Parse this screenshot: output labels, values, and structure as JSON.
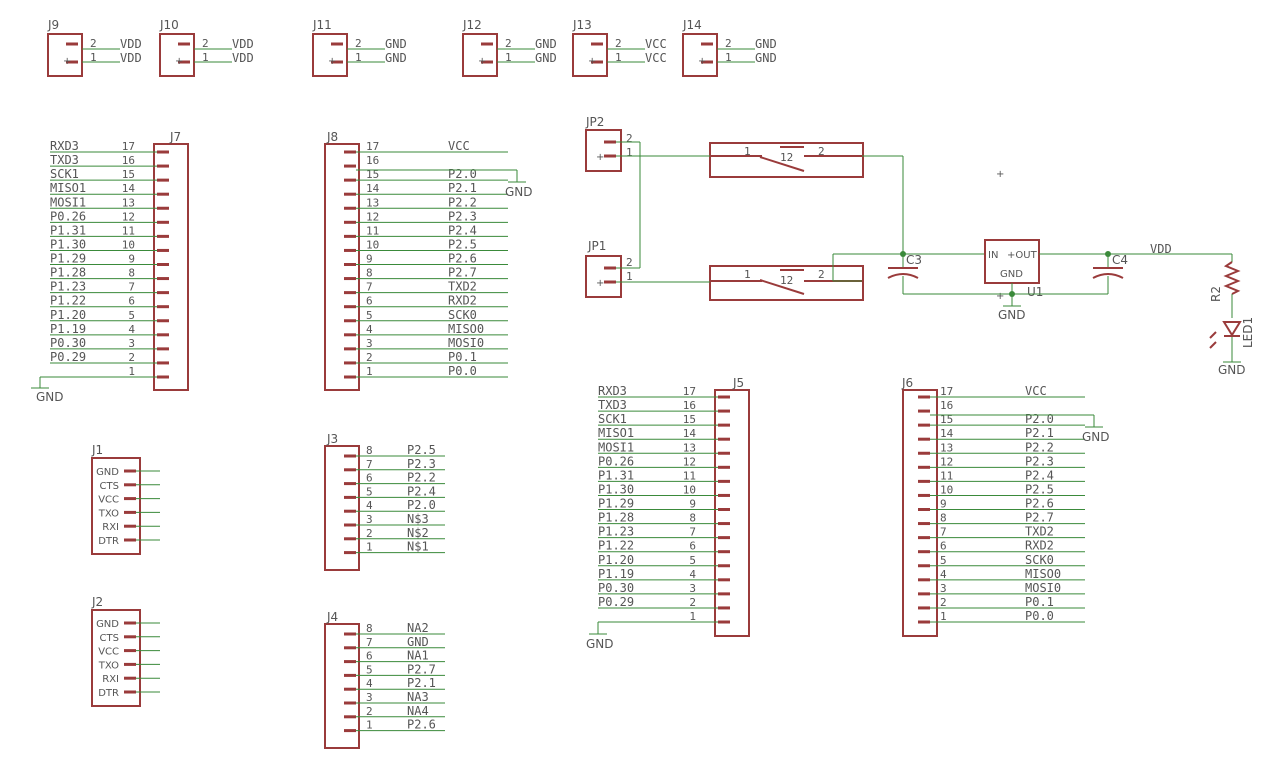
{
  "headers2": [
    {
      "name": "J9",
      "pins": [
        "VDD",
        "VDD"
      ]
    },
    {
      "name": "J10",
      "pins": [
        "VDD",
        "VDD"
      ]
    },
    {
      "name": "J11",
      "pins": [
        "GND",
        "GND"
      ]
    },
    {
      "name": "J12",
      "pins": [
        "GND",
        "GND"
      ]
    },
    {
      "name": "J13",
      "pins": [
        "VCC",
        "VCC"
      ]
    },
    {
      "name": "J14",
      "pins": [
        "GND",
        "GND"
      ]
    }
  ],
  "j7": {
    "name": "J7",
    "labels": [
      "RXD3",
      "TXD3",
      "SCK1",
      "MISO1",
      "MOSI1",
      "P0.26",
      "P1.31",
      "P1.30",
      "P1.29",
      "P1.28",
      "P1.23",
      "P1.22",
      "P1.20",
      "P1.19",
      "P0.30",
      "P0.29",
      ""
    ],
    "gnd": "GND"
  },
  "j8": {
    "name": "J8",
    "labels": [
      "VCC",
      "",
      "P2.0",
      "P2.1",
      "P2.2",
      "P2.3",
      "P2.4",
      "P2.5",
      "P2.6",
      "P2.7",
      "TXD2",
      "RXD2",
      "SCK0",
      "MISO0",
      "MOSI0",
      "P0.1",
      "P0.0"
    ],
    "gnd": "GND"
  },
  "j5": {
    "name": "J5",
    "labels": [
      "RXD3",
      "TXD3",
      "SCK1",
      "MISO1",
      "MOSI1",
      "P0.26",
      "P1.31",
      "P1.30",
      "P1.29",
      "P1.28",
      "P1.23",
      "P1.22",
      "P1.20",
      "P1.19",
      "P0.30",
      "P0.29",
      ""
    ],
    "gnd": "GND"
  },
  "j6": {
    "name": "J6",
    "labels": [
      "VCC",
      "",
      "P2.0",
      "P2.1",
      "P2.2",
      "P2.3",
      "P2.4",
      "P2.5",
      "P2.6",
      "P2.7",
      "TXD2",
      "RXD2",
      "SCK0",
      "MISO0",
      "MOSI0",
      "P0.1",
      "P0.0"
    ],
    "gnd": "GND"
  },
  "j3": {
    "name": "J3",
    "labels": [
      "P2.5",
      "P2.3",
      "P2.2",
      "P2.4",
      "P2.0",
      "N$3",
      "N$2",
      "N$1"
    ]
  },
  "j4": {
    "name": "J4",
    "labels": [
      "NA2",
      "GND",
      "NA1",
      "P2.7",
      "P2.1",
      "NA3",
      "NA4",
      "P2.6"
    ]
  },
  "j1": {
    "name": "J1",
    "pins": [
      "GND",
      "CTS",
      "VCC",
      "TXO",
      "RXI",
      "DTR"
    ]
  },
  "j2": {
    "name": "J2",
    "pins": [
      "GND",
      "CTS",
      "VCC",
      "TXO",
      "RXI",
      "DTR"
    ]
  },
  "power": {
    "jp2": "JP2",
    "jp1": "JP1",
    "sw_pin1": "1",
    "sw_pin2": "2",
    "sw_label": "12",
    "c3": "C3",
    "c4": "C4",
    "u1": "U1",
    "u1_in": "IN",
    "u1_out": "+OUT",
    "u1_gnd": "GND",
    "vdd": "VDD",
    "gnd": "GND",
    "r2": "R2",
    "led": "LED1"
  }
}
